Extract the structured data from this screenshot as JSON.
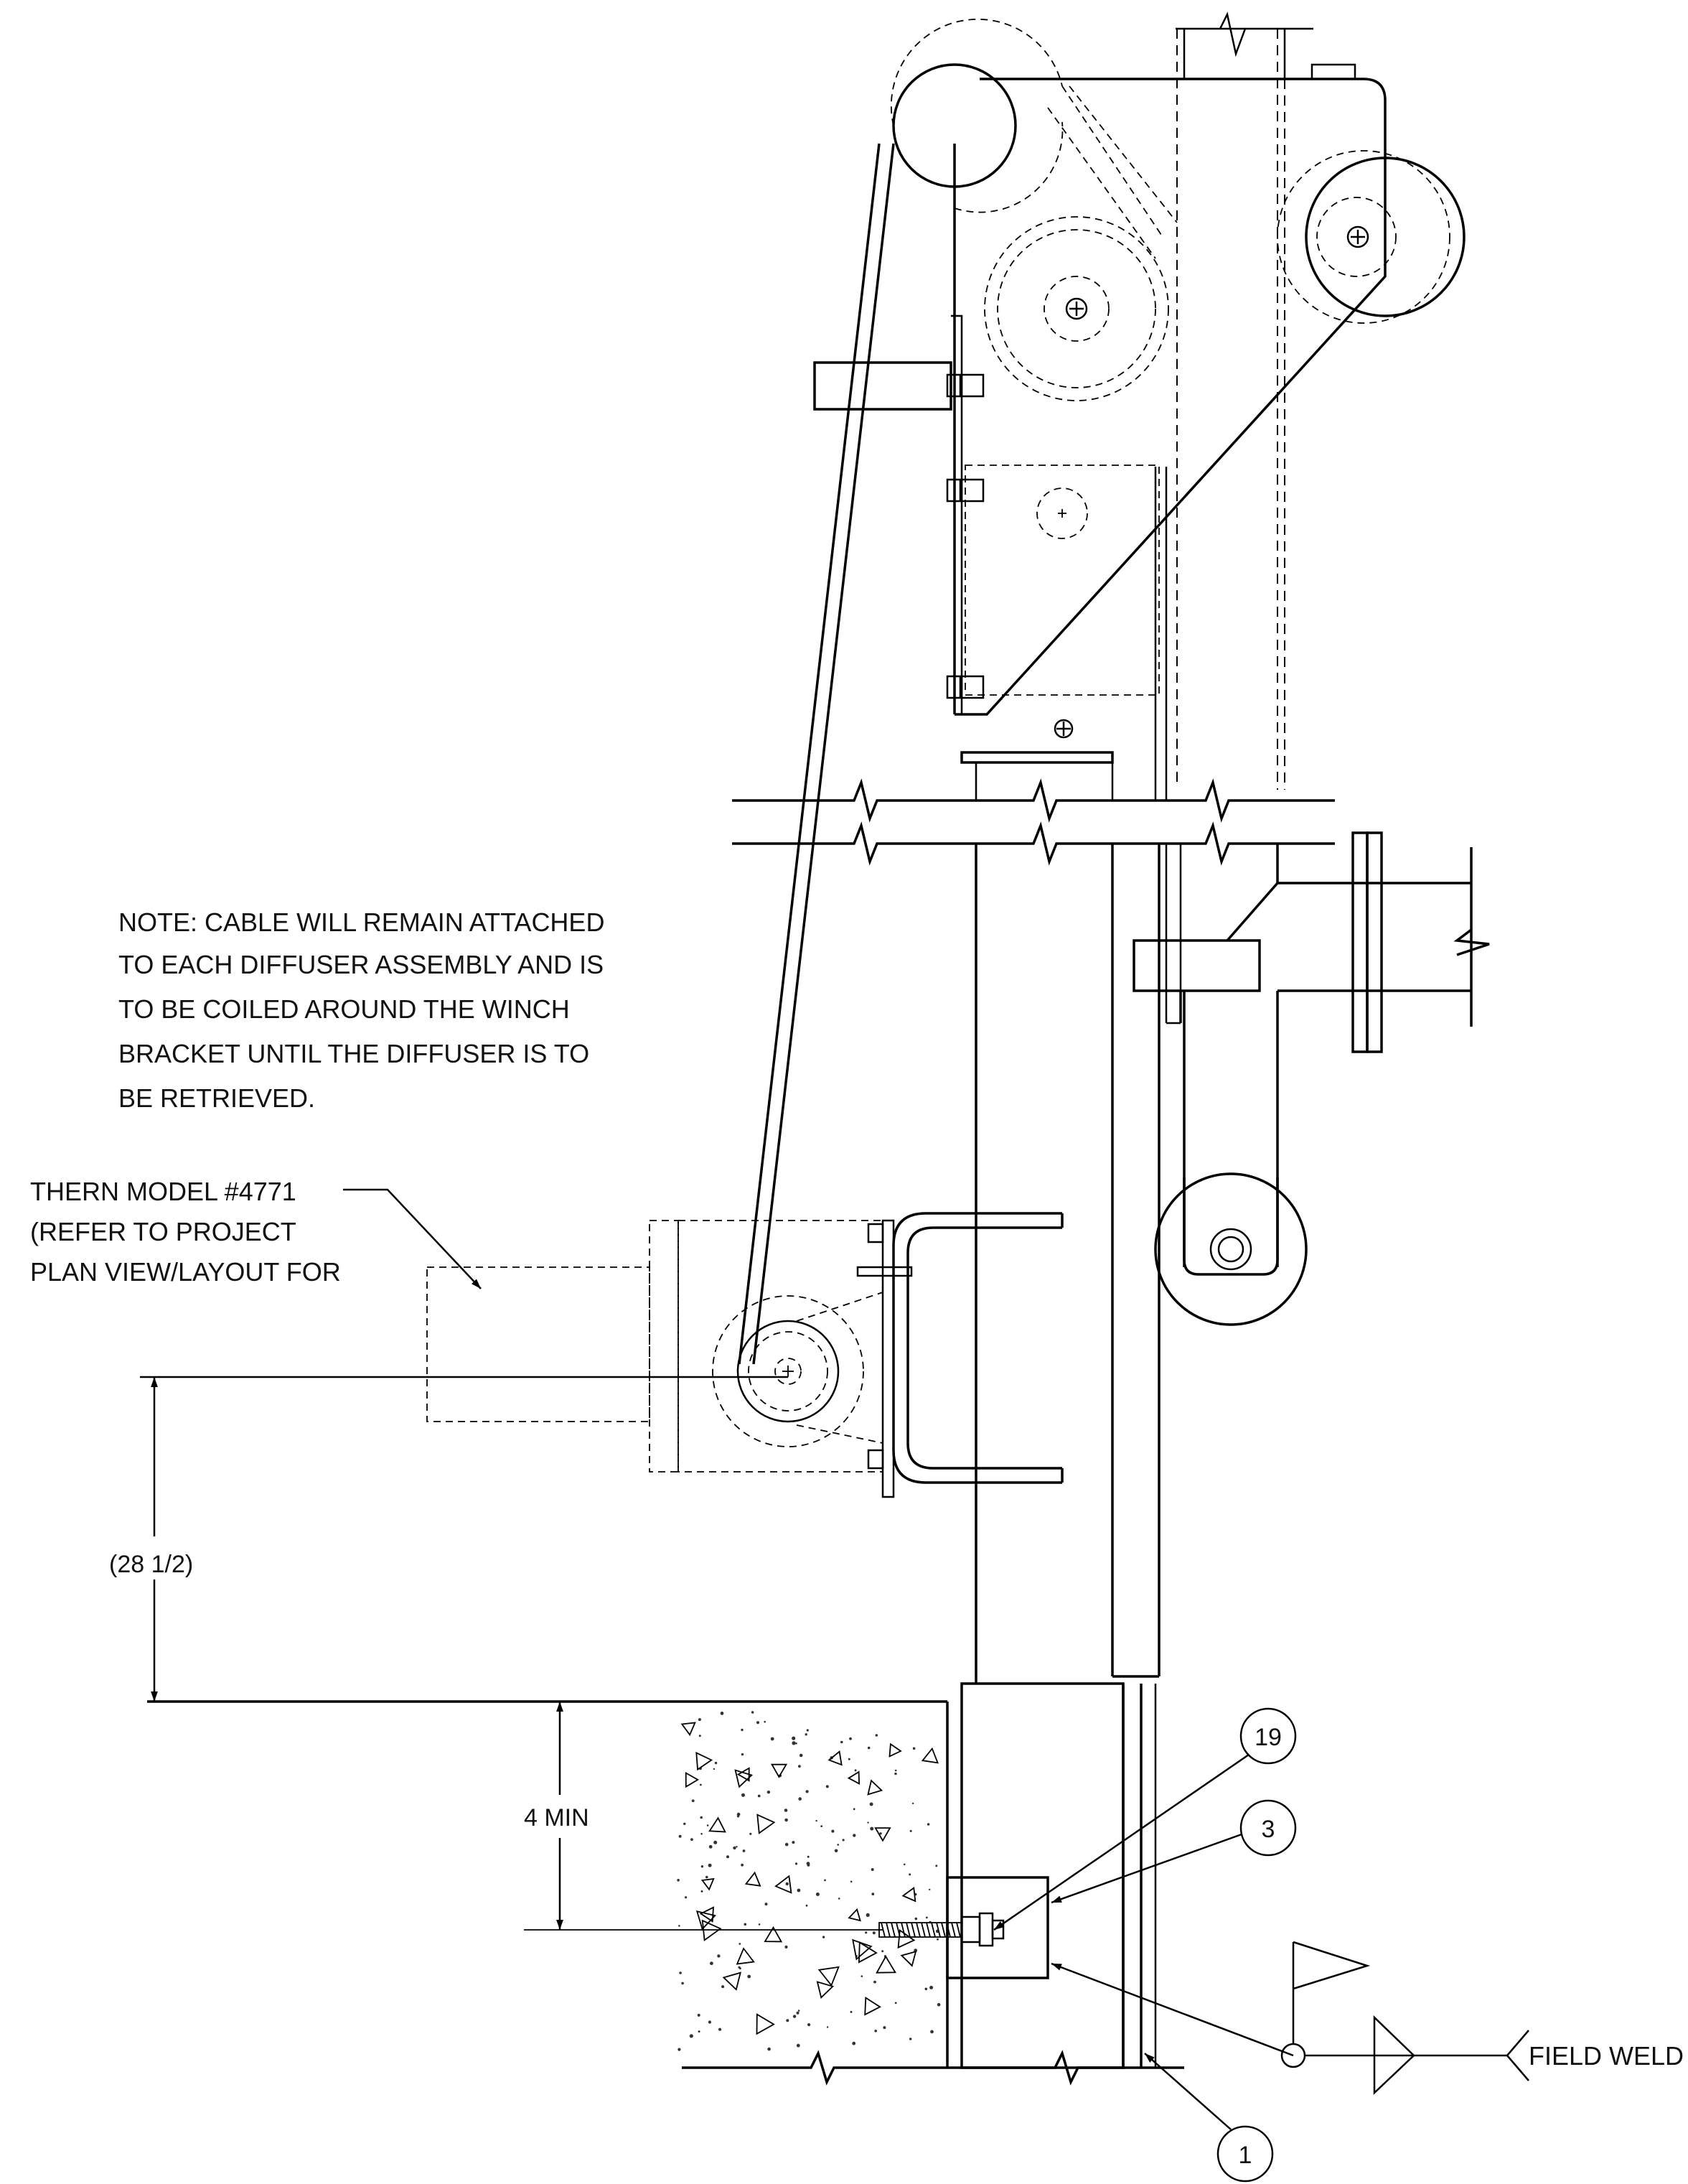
{
  "note": {
    "lines": [
      "NOTE: CABLE WILL REMAIN ATTACHED",
      "TO EACH DIFFUSER ASSEMBLY AND IS",
      "TO BE COILED AROUND THE WINCH",
      "BRACKET UNTIL THE DIFFUSER IS TO",
      "BE RETRIEVED."
    ]
  },
  "diffuser_label": {
    "lines": [
      "THERN MODEL #4771",
      "(REFER TO PROJECT",
      "PLAN VIEW/LAYOUT FOR"
    ]
  },
  "dimensions": {
    "height": "(28 1/2)",
    "embed": "4 MIN"
  },
  "callouts": {
    "c19": "19",
    "c3": "3",
    "c1": "1"
  },
  "weld": {
    "label": "FIELD WELD"
  }
}
